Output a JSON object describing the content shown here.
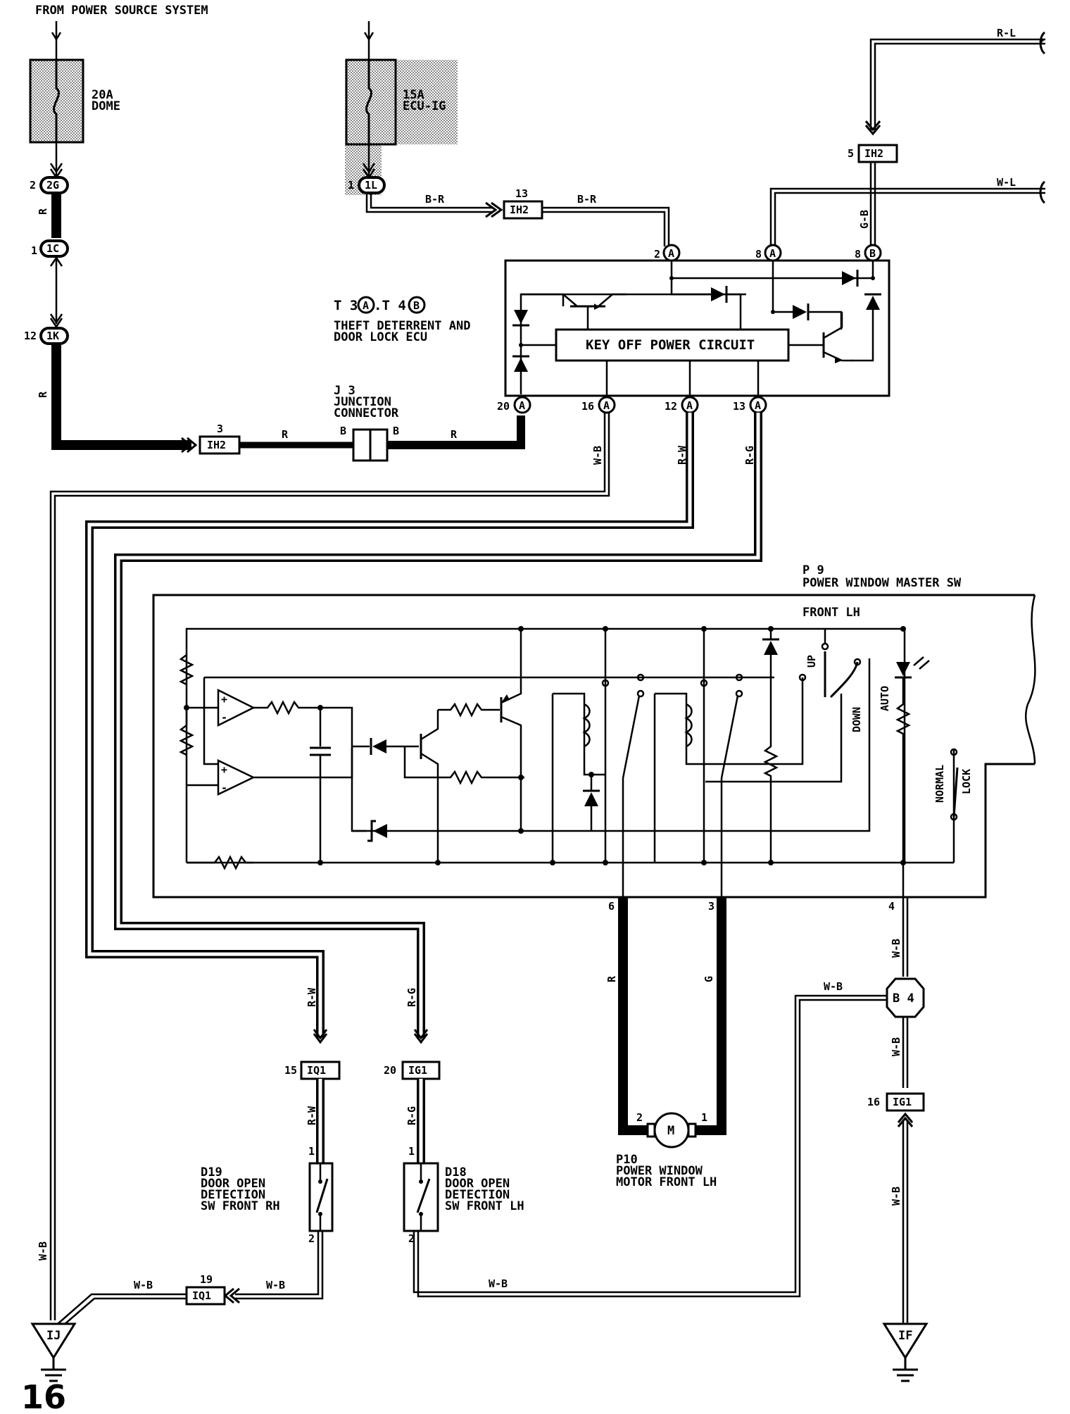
{
  "header": {
    "source_label": "FROM POWER SOURCE SYSTEM"
  },
  "fuses": {
    "dome": {
      "rating": "20A",
      "name": "DOME"
    },
    "ecu": {
      "rating": "15A",
      "name": "ECU-IG"
    }
  },
  "connectors": {
    "c2g": {
      "pin": "2",
      "id": "2G"
    },
    "c1c": {
      "pin": "1",
      "id": "1C"
    },
    "c1k": {
      "pin": "12",
      "id": "1K"
    },
    "c1l": {
      "pin": "1",
      "id": "1L"
    },
    "ih2_13": {
      "pin": "13",
      "id": "IH2"
    },
    "ih2_5": {
      "pin": "5",
      "id": "IH2"
    },
    "ih2_3": {
      "pin": "3",
      "id": "IH2"
    },
    "iq1_15": {
      "pin": "15",
      "id": "IQ1"
    },
    "ig1_20": {
      "pin": "20",
      "id": "IG1"
    },
    "iq1_19": {
      "pin": "19",
      "id": "IQ1"
    },
    "ig1_16": {
      "pin": "16",
      "id": "IG1"
    },
    "b4": {
      "id": "B 4"
    }
  },
  "wires": {
    "r": "R",
    "br": "B-R",
    "rl": "R-L",
    "wl": "W-L",
    "gb": "G-B",
    "wb": "W-B",
    "rw": "R-W",
    "rg": "R-G",
    "g": "G",
    "b": "B"
  },
  "ecu": {
    "id_prefix_1": "T 3",
    "id_a": "A",
    "id_sep": ".T 4",
    "id_b": "B",
    "name_line1": "THEFT DETERRENT AND",
    "name_line2": "DOOR LOCK ECU",
    "circuit": "KEY OFF POWER CIRCUIT",
    "pins_top": [
      {
        "num": "2",
        "letter": "A"
      },
      {
        "num": "8",
        "letter": "A"
      },
      {
        "num": "8",
        "letter": "B"
      }
    ],
    "pins_bottom": [
      {
        "num": "20",
        "letter": "A"
      },
      {
        "num": "16",
        "letter": "A"
      },
      {
        "num": "12",
        "letter": "A"
      },
      {
        "num": "13",
        "letter": "A"
      }
    ]
  },
  "junction": {
    "id": "J 3",
    "line1": "JUNCTION",
    "line2": "CONNECTOR"
  },
  "master_switch": {
    "id": "P 9",
    "name": "POWER WINDOW MASTER SW",
    "section": "FRONT LH",
    "labels": {
      "up": "UP",
      "down": "DOWN",
      "auto": "AUTO",
      "normal": "NORMAL",
      "lock": "LOCK"
    },
    "pins": {
      "p6": "6",
      "p3": "3",
      "p4": "4"
    }
  },
  "motor": {
    "id": "P10",
    "line1": "POWER WINDOW",
    "line2": "MOTOR FRONT LH",
    "symbol": "M",
    "pin2": "2",
    "pin1": "1"
  },
  "d19": {
    "id": "D19",
    "line1": "DOOR OPEN",
    "line2": "DETECTION",
    "line3": "SW FRONT RH",
    "pin1": "1",
    "pin2": "2"
  },
  "d18": {
    "id": "D18",
    "line1": "DOOR OPEN",
    "line2": "DETECTION",
    "line3": "SW FRONT LH",
    "pin1": "1",
    "pin2": "2"
  },
  "grounds": {
    "ij": "IJ",
    "if": "IF"
  },
  "page_number": "16"
}
